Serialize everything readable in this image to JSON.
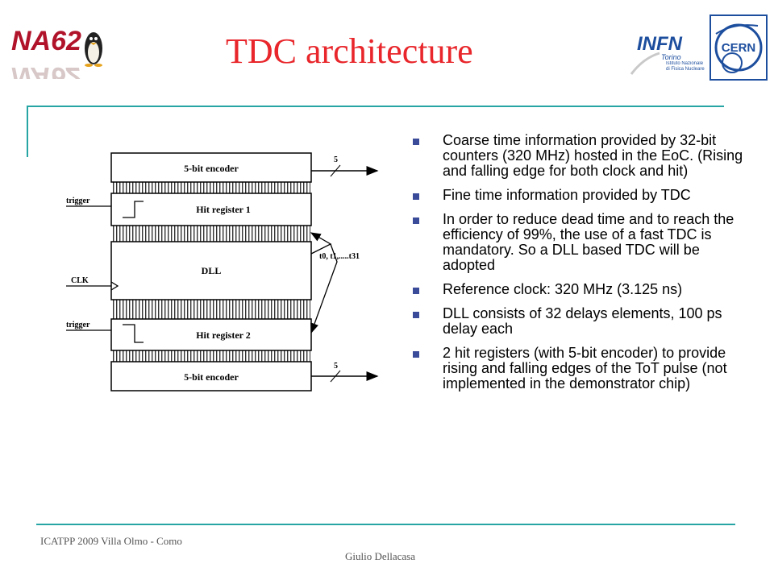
{
  "slide": {
    "title": "TDC architecture",
    "logos": {
      "na62": "NA62",
      "infn": "INFN",
      "infn_city": "Torino",
      "infn_subtitle": "Istituto Nazionale di Fisica Nucleare",
      "cern": "CERN"
    },
    "diagram": {
      "encoder_top": "5-bit encoder",
      "hit_register_1": "Hit register 1",
      "dll": "DLL",
      "hit_register_2": "Hit register 2",
      "encoder_bottom": "5-bit encoder",
      "trigger_1": "trigger",
      "clk": "CLK",
      "trigger_2": "trigger",
      "bus_width_top": "5",
      "bus_width_bottom": "5",
      "taps": "t0, t1,.....t31"
    },
    "bullets": [
      "Coarse time information provided by 32-bit counters (320 MHz) hosted in the EoC. (Rising and falling edge for both clock and hit)",
      "Fine time information provided by TDC",
      "In order to reduce dead time and to reach the efficiency of 99%, the use of a fast TDC is mandatory. So a DLL based TDC will be adopted",
      "Reference clock: 320 MHz (3.125 ns)",
      "DLL consists of 32 delays elements, 100 ps delay each",
      "2 hit registers (with 5-bit encoder) to provide rising and falling edges of the ToT pulse (not implemented in the demonstrator chip)"
    ],
    "footer": {
      "conference": "ICATPP 2009 Villa Olmo - Como",
      "author": "Giulio Dellacasa"
    },
    "colors": {
      "title": "#e8262b",
      "rule": "#27a5a5",
      "bullet": "#3a4b9a"
    }
  }
}
